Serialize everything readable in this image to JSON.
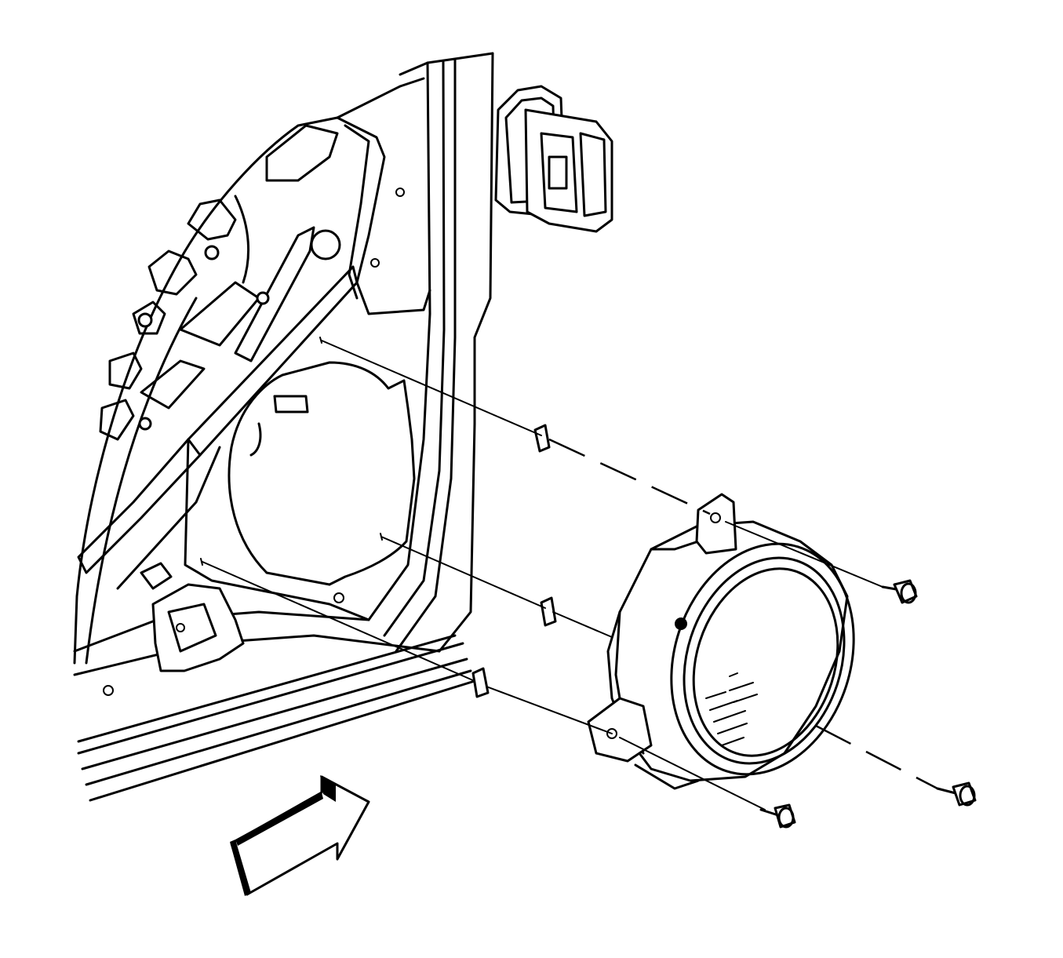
{
  "figure": {
    "parts": [
      "door-inner-panel",
      "window-regulator",
      "mirror-connector",
      "speaker-opening",
      "speaker",
      "speaker-screw",
      "speaker-clip",
      "view-arrow"
    ],
    "colors": {
      "line": "#000000",
      "background": "#ffffff"
    },
    "label_text": ""
  }
}
